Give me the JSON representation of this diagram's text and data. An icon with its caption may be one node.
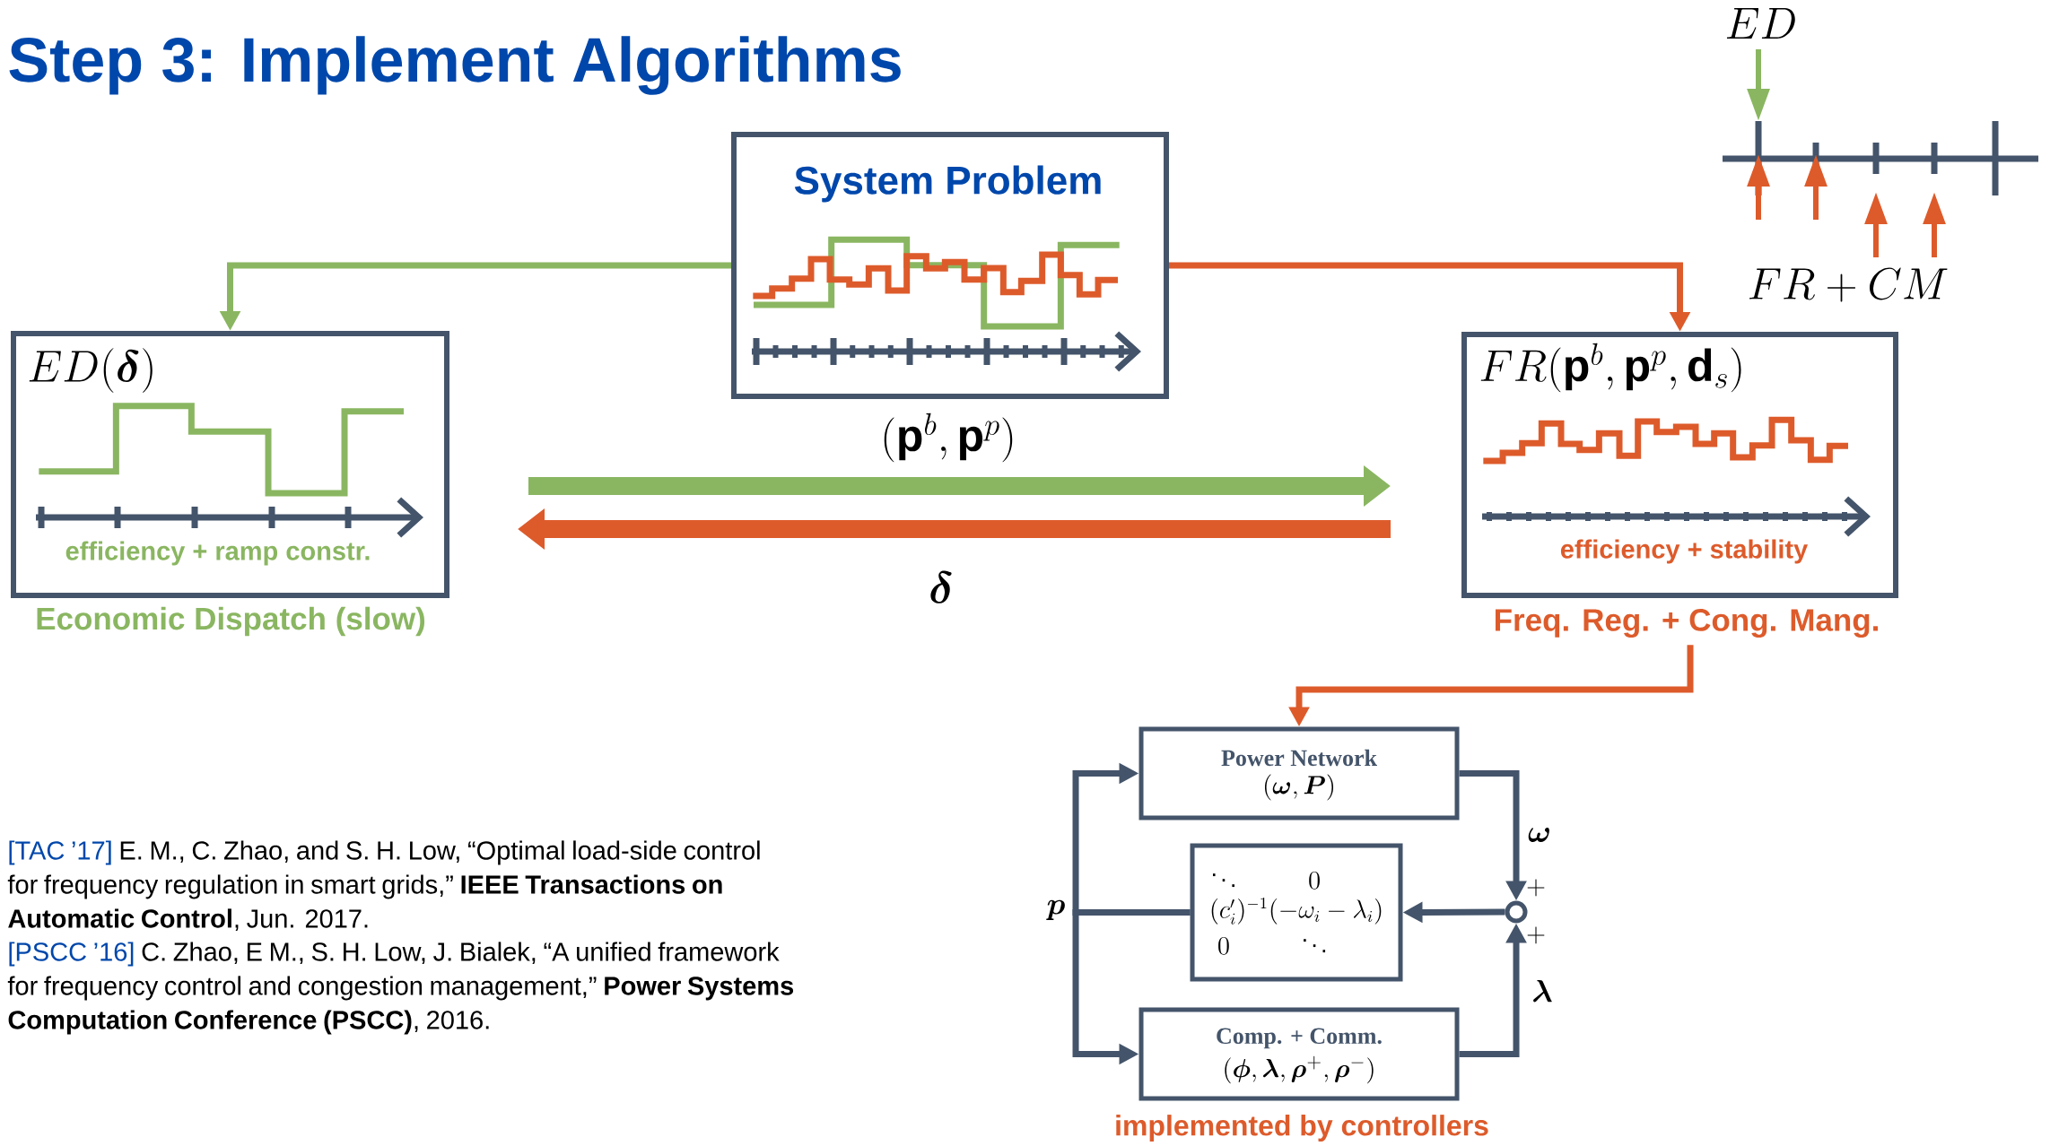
{
  "diagram": {
    "title": "Step 3: Implement Algorithms",
    "nodes": [
      {
        "text": [
          "System Problem"
        ],
        "beside": [
          "(\\mathbf{p}^b,\\mathbf{p}^p)"
        ]
      },
      {
        "text": [
          "ED(\\boldsymbol{\\delta})",
          "efficiency + ramp constr."
        ],
        "beside": [
          "Economic Dispatch (slow)"
        ]
      },
      {
        "text": [
          "FR(\\mathbf{p}^b,\\mathbf{p}^p,\\mathbf{d}_s)",
          "efficiency + stability"
        ],
        "beside": [
          "Freq. Reg. + Cong. Mang."
        ]
      },
      {
        "text": [
          "Power Network",
          "(\\boldsymbol{\\omega},\\boldsymbol{P})"
        ]
      },
      {
        "text": [
          "\\begin{array}{cc}\\ddots & 0\\\\ \\multicolumn{2}{c}{(c_i')^{-1}(-\\omega_i-\\lambda_i)}\\\\ 0 & \\ddots\\end{array}"
        ]
      },
      {
        "text": [
          "Comp. + Comm.",
          "(\\boldsymbol{\\phi},\\boldsymbol{\\lambda},\\boldsymbol{\\rho}^+,\\boldsymbol{\\rho}^-)"
        ],
        "beside": [
          "implemented by controllers"
        ]
      },
      {
        "text": [],
        "shape": "circle"
      }
    ],
    "edges": [
      {
        "from": 0,
        "to": 1,
        "arrow": "to",
        "color": "#8ab661"
      },
      {
        "from": 0,
        "to": 2,
        "arrow": "to",
        "color": "#dd5b2b"
      },
      {
        "from": 1,
        "to": 2,
        "arrow": "to",
        "style": "thick",
        "color": "#8ab661"
      },
      {
        "from": 2,
        "to": 1,
        "arrow": "to",
        "style": "thick",
        "color": "#dd5b2b",
        "label": "\\boldsymbol{\\delta}"
      },
      {
        "from": 2,
        "to": 3,
        "arrow": "to",
        "color": "#dd5b2b"
      },
      {
        "from": 3,
        "to": 6,
        "arrow": "to",
        "label": "\\boldsymbol{\\omega}"
      },
      {
        "from": 5,
        "to": 6,
        "arrow": "to",
        "label": "\\boldsymbol{\\lambda}"
      },
      {
        "from": 6,
        "to": 4,
        "arrow": "to"
      },
      {
        "from": 4,
        "to": 3,
        "arrow": "to",
        "label": "\\boldsymbol{p}"
      },
      {
        "from": 4,
        "to": 5,
        "arrow": "to"
      }
    ],
    "labels": [
      "ED",
      "FR + CM",
      "+",
      "+",
      "[TAC ’17]",
      "E. M., C. Zhao, and S. H. Low, “Optimal load-side control for frequency regulation in smart grids,” **IEEE Transactions on Automatic Control**, Jun. 2017.",
      "[PSCC ’16]",
      "C. Zhao, E M., S. H. Low, J. Bialek, “A unified framework for frequency control and congestion management,” **Power Systems Computation Conference (PSCC)**, 2016."
    ]
  }
}
